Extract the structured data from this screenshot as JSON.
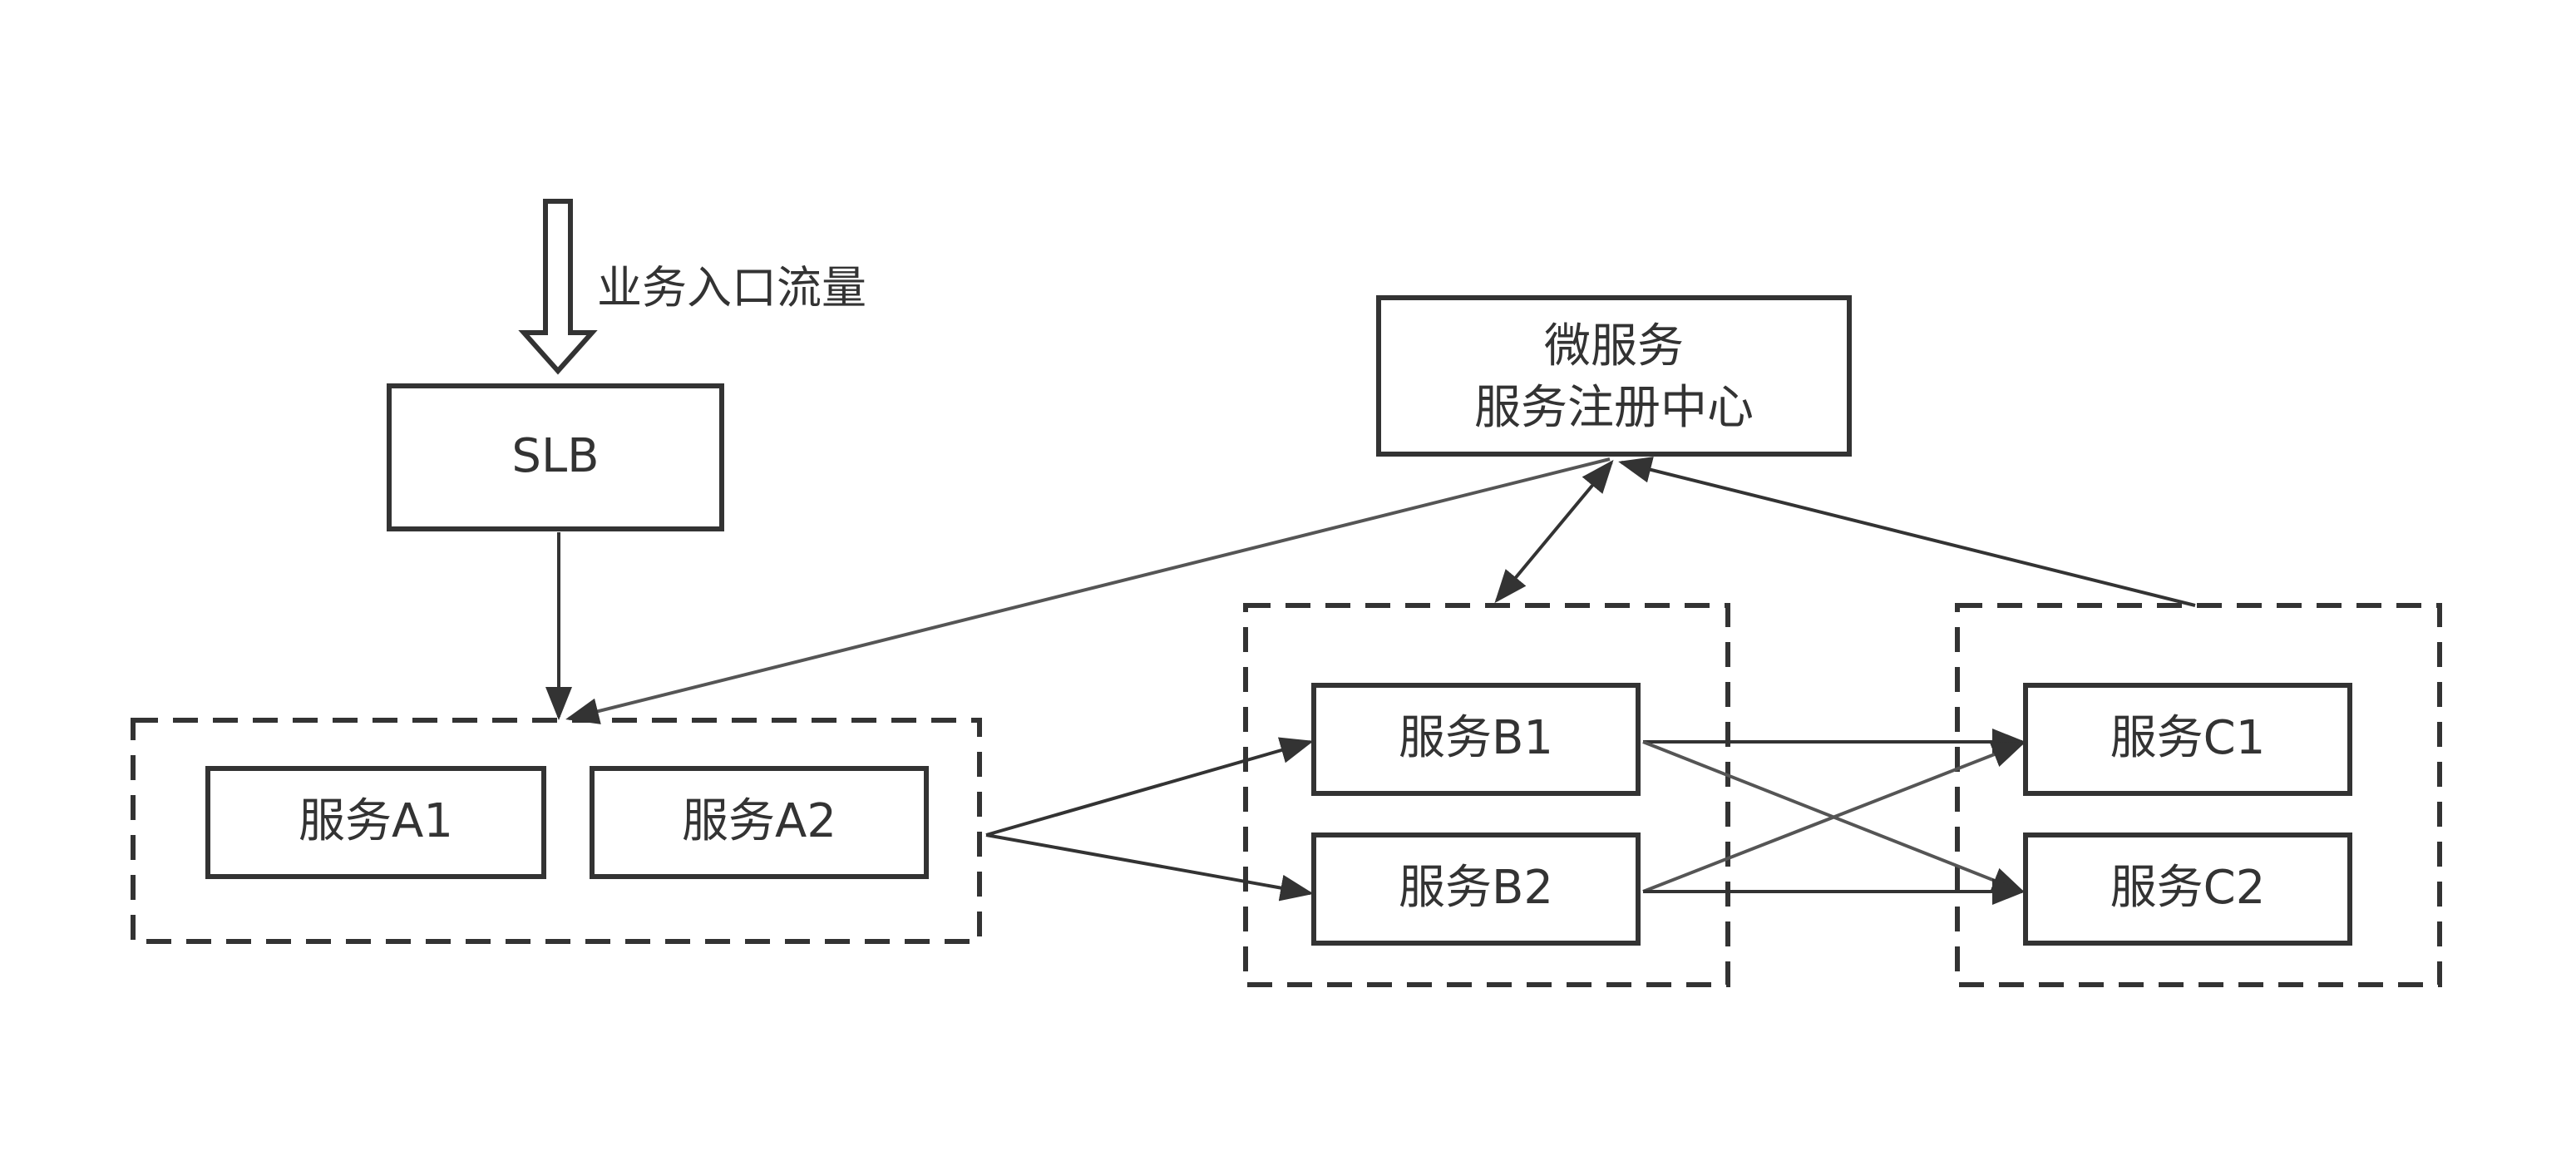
{
  "entry_traffic": {
    "label": "业务入口流量"
  },
  "slb": {
    "label": "SLB"
  },
  "registry": {
    "line1": "微服务",
    "line2": "服务注册中心"
  },
  "group_a": {
    "services": [
      "服务A1",
      "服务A2"
    ]
  },
  "group_b": {
    "services": [
      "服务B1",
      "服务B2"
    ]
  },
  "group_c": {
    "services": [
      "服务C1",
      "服务C2"
    ]
  },
  "colors": {
    "stroke": "#333333",
    "text": "#333333",
    "background": "#ffffff"
  }
}
